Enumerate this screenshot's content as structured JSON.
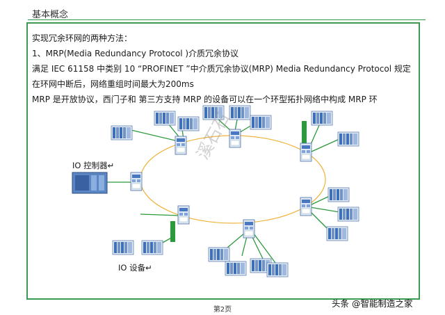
{
  "header": {
    "title": "基本概念"
  },
  "body_text": {
    "line1": "实现冗余环网的两种方法：",
    "line2": "1、MRP(Media Redundancy Protocol )介质冗余协议",
    "line3": "满足 IEC 61158 中类别 10 “PROFINET ”中介质冗余协议(MRP) Media Redundancy Protocol 规定",
    "line4": "在环网中断后，网络重组时间最大为200ms",
    "line5": "MRP 是开放协议，西门子和 第三方支持 MRP 的设备可以在一个环型拓扑网络中构成 MRP 环"
  },
  "diagram": {
    "io_controller_label": "IO 控制器↵",
    "io_device_label": "IO 设备↵",
    "watermark": "溪石石"
  },
  "footer": {
    "page_number": "第2页",
    "brand": "头条 @智能制造之家"
  },
  "colors": {
    "frame_border": "#3c9a50",
    "ring": "#f0b23a",
    "link": "#2a9a3a",
    "device_blue": "#5b86c4"
  }
}
